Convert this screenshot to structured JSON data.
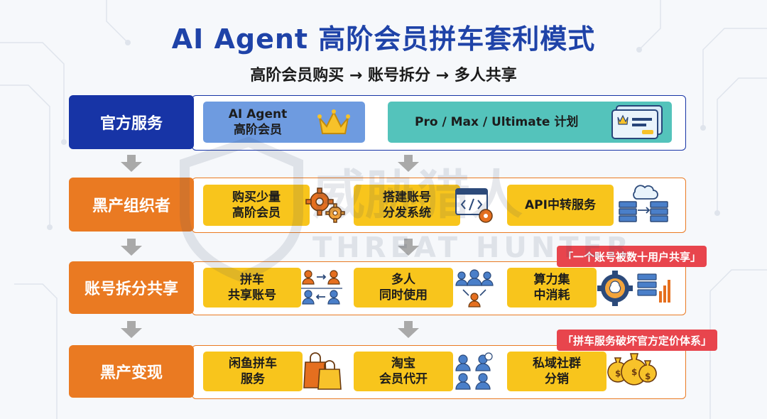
{
  "header": {
    "title": "AI Agent 高阶会员拼车套利模式",
    "subtitle": "高阶会员购买 → 账号拆分 → 多人共享"
  },
  "rows": [
    {
      "label": "官方服务",
      "color": "#1734a6",
      "items": [
        {
          "text": "AI Agent\n高阶会员",
          "icon": "crown-icon"
        },
        {
          "text": "Pro / Max / Ultimate 计划",
          "icon": "membership-card-icon"
        }
      ]
    },
    {
      "label": "黑产组织者",
      "color": "#ea7a22",
      "items": [
        {
          "text": "购买少量\n高阶会员",
          "icon": "gears-icon"
        },
        {
          "text": "搭建账号\n分发系统",
          "icon": "code-window-icon"
        },
        {
          "text": "API中转服务",
          "icon": "server-sync-icon"
        }
      ]
    },
    {
      "label": "账号拆分共享",
      "color": "#ea7a22",
      "items": [
        {
          "text": "拼车\n共享账号",
          "icon": "user-swap-icon"
        },
        {
          "text": "多人\n同时使用",
          "icon": "user-group-icon"
        },
        {
          "text": "算力集\n中消耗",
          "icon": "compute-gear-icon"
        }
      ],
      "callout": "「一个账号被数十用户共享」"
    },
    {
      "label": "黑产变现",
      "color": "#ea7a22",
      "items": [
        {
          "text": "闲鱼拼车\n服务",
          "icon": "shopping-bag-icon"
        },
        {
          "text": "淘宝\n会员代开",
          "icon": "customers-icon"
        },
        {
          "text": "私域社群\n分销",
          "icon": "money-bags-icon"
        }
      ],
      "callout": "「拼车服务破坏官方定价体系」"
    }
  ],
  "watermark": {
    "cn": "威胁猎人",
    "en": "THREAT HUNTER"
  },
  "colors": {
    "title": "#1f43a8",
    "official_box_blue": "#6e9be0",
    "official_box_teal": "#54c3bb",
    "yellow_box": "#f8c51c",
    "callout": "#e8454d"
  }
}
